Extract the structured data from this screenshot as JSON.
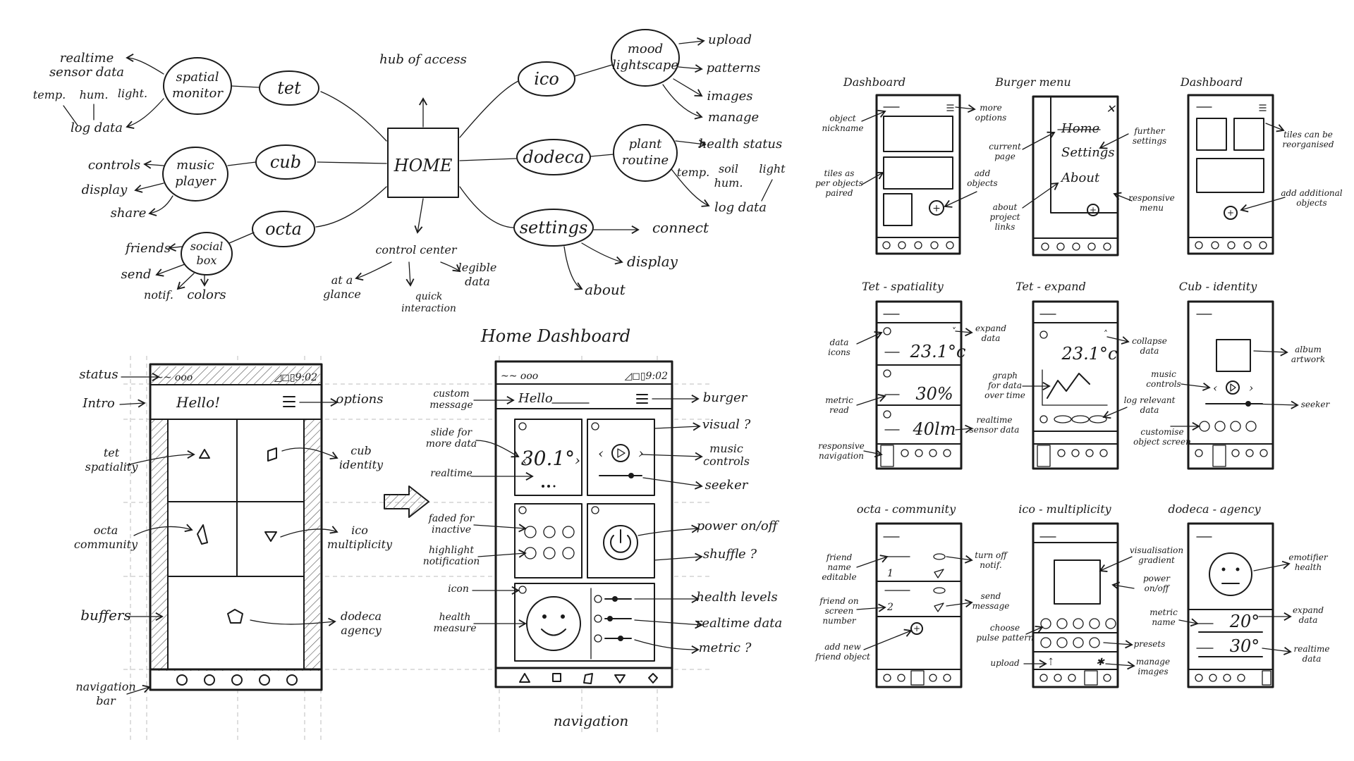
{
  "mindmap": {
    "center": "HOME",
    "hub_note": "hub of access",
    "nodes": {
      "tet": "tet",
      "cub": "cub",
      "octa": "octa",
      "ico": "ico",
      "dodeca": "dodeca",
      "settings": "settings"
    },
    "subnodes": {
      "spatial": "spatial monitor",
      "music": "music player",
      "social": "social box",
      "mood": "mood lightscape",
      "plant": "plant routine"
    },
    "leaves": {
      "realtime": "realtime",
      "sensor": "sensor data",
      "temp": "temp.",
      "hum": "hum.",
      "light": "light.",
      "log": "log data",
      "controls": "controls",
      "display": "display",
      "share": "share",
      "friends": "friends",
      "send": "send",
      "notif": "notif.",
      "colors": "colors",
      "upload": "upload",
      "patterns": "patterns",
      "images": "images",
      "manage": "manage",
      "health": "health status",
      "temp2": "temp.",
      "soil": "soil",
      "hum2": "hum.",
      "light2": "light",
      "log2": "log data",
      "connect": "connect",
      "display2": "display",
      "about": "about",
      "control_center": "control center",
      "glance": "at a glance",
      "quick": "quick interaction",
      "legible": "legible data"
    }
  },
  "wireframe_left": {
    "status_bar": "~~ ooo",
    "status_right": "◿◻▯9:02",
    "greeting": "Hello!",
    "labels": {
      "status": "status",
      "intro": "Intro",
      "options": "options",
      "tet": "tet spatiality",
      "cub": "cub identity",
      "octa": "octa community",
      "ico": "ico multiplicity",
      "buffers": "buffers",
      "dodeca": "dodeca agency",
      "nav": "navigation bar"
    }
  },
  "wireframe_home": {
    "title": "Home Dashboard",
    "greeting": "Hello",
    "temperature": "30.1°",
    "bottom_label": "navigation",
    "labels": {
      "custom": "custom message",
      "burger": "burger",
      "slide": "slide for more data",
      "realtime": "realtime",
      "visual": "visual ?",
      "music": "music controls",
      "seeker": "seeker",
      "faded": "faded for inactive",
      "highlight": "highlight notification",
      "power": "power on/off",
      "shuffle": "shuffle ?",
      "icon": "icon",
      "health": "health measure",
      "levels": "health levels",
      "rtdata": "realtime data",
      "metric": "metric ?"
    }
  },
  "screens": [
    {
      "title": "Dashboard",
      "notes": [
        "object nickname",
        "more options",
        "tiles as per objects paired",
        "add objects"
      ]
    },
    {
      "title": "Burger menu",
      "menu": [
        "Home",
        "Settings",
        "About"
      ],
      "notes": [
        "current page",
        "further settings",
        "about project links",
        "responsive menu"
      ]
    },
    {
      "title": "Dashboard",
      "notes": [
        "tiles can be reorganised",
        "add additional objects"
      ]
    },
    {
      "title": "Tet - spatiality",
      "values": [
        "23.1°c",
        "30%",
        "40lm"
      ],
      "notes": [
        "data icons",
        "expand data",
        "metric read",
        "realtime sensor data",
        "responsive navigation"
      ]
    },
    {
      "title": "Tet - expand",
      "values": [
        "23.1°c"
      ],
      "notes": [
        "collapse data",
        "graph for data over time",
        "log relevant data"
      ]
    },
    {
      "title": "Cub - identity",
      "notes": [
        "album artwork",
        "music controls",
        "seeker",
        "customise object screen"
      ]
    },
    {
      "title": "octa - community",
      "values": [
        "1",
        "2"
      ],
      "notes": [
        "friend name editable",
        "turn off notif.",
        "friend on screen number",
        "send message",
        "add new friend object"
      ]
    },
    {
      "title": "ico - multiplicity",
      "notes": [
        "visualisation gradient",
        "power on/off",
        "choose pulse pattern",
        "presets",
        "upload",
        "manage images"
      ]
    },
    {
      "title": "dodeca - agency",
      "values": [
        "20°",
        "30°"
      ],
      "notes": [
        "emotifier health",
        "metric name",
        "expand data",
        "realtime data"
      ]
    }
  ],
  "colors": {
    "ink": "#1a1a1a",
    "guide": "#bdbdbd",
    "paper": "#ffffff"
  }
}
